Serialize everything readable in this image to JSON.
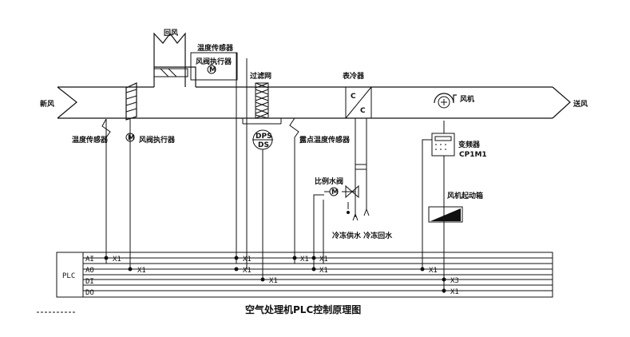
{
  "labels": {
    "fresh_air": "新风",
    "return_air": "回风",
    "supply_air": "送风",
    "temp_sensor_top": "温度传感器",
    "damper_actuator_top": "风阀执行器",
    "filter": "过滤网",
    "cooler": "表冷器",
    "fan": "风机",
    "temp_sensor_left": "温度传感器",
    "damper_actuator_left": "风阀执行器",
    "dew_point_sensor": "露点温度传感器",
    "proportional_valve": "比例水阀",
    "supply_return_water": "冷冻供水 冷冻回水",
    "inverter": "变频器",
    "inverter_model": "CP1M1",
    "fan_starter": "风机起动箱",
    "plc": "PLC",
    "cooler_c1": "C",
    "cooler_c2": "C",
    "actuator_symbol": "M",
    "dp_symbol": "DPS",
    "dp_sub": "DS"
  },
  "bus_rows": [
    "AI",
    "AO",
    "DI",
    "DO"
  ],
  "bus_tags": {
    "x1": "X1",
    "x3": "X3"
  },
  "title": "空气处理机PLC控制原理图",
  "colors": {
    "line": "#111111",
    "fill": "#111111",
    "background": "#ffffff"
  }
}
